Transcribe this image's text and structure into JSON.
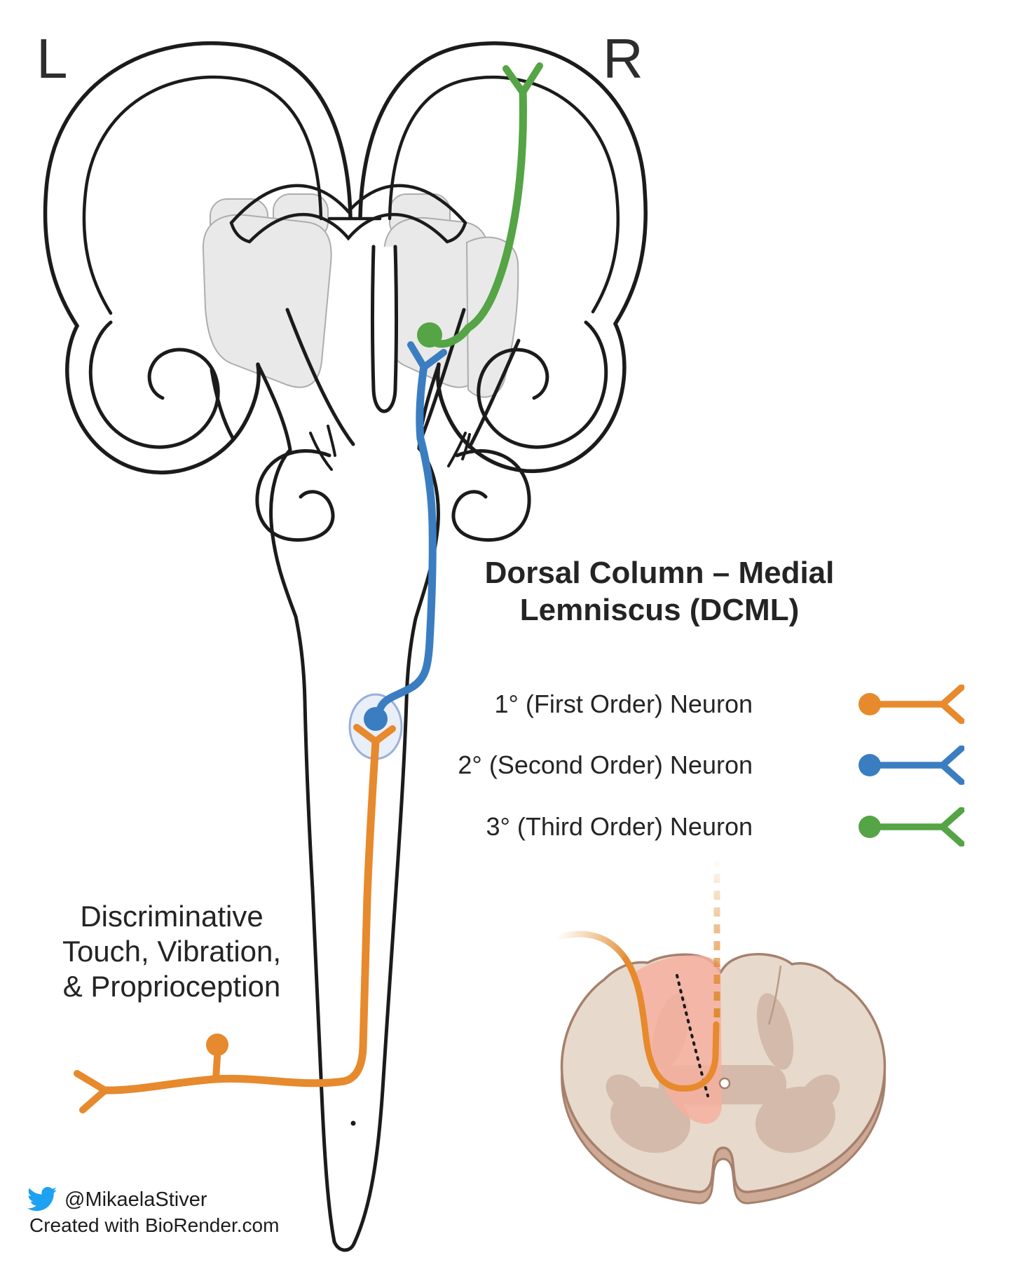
{
  "labels": {
    "left": "L",
    "right": "R"
  },
  "title": {
    "line1": "Dorsal Column – Medial",
    "line2": "Lemniscus (DCML)"
  },
  "legend": {
    "items": [
      {
        "label": "1° (First Order) Neuron",
        "color": "#E7892D"
      },
      {
        "label": "2° (Second Order) Neuron",
        "color": "#3B7DC1"
      },
      {
        "label": "3° (Third Order) Neuron",
        "color": "#55A445"
      }
    ]
  },
  "pathway_label": {
    "lines": [
      "Discriminative",
      "Touch, Vibration,",
      "& Proprioception"
    ]
  },
  "attribution": {
    "twitter_handle": "@MikaelaStiver",
    "credit": "Created with BioRender.com"
  },
  "colors": {
    "first_order": "#E7892D",
    "second_order": "#3B7DC1",
    "third_order": "#55A445",
    "outline": "#1B1B1B",
    "thalamus_fill": "#E9E9E9",
    "nucleus_fill": "#E9EFF9",
    "nucleus_stroke": "#9BAFD9",
    "cord_outline": "#A5806C",
    "cord_fill": "#E7D9CB",
    "cord_rim": "#CDA996",
    "gray_matter": "#D3BAAA",
    "dorsal_column_highlight": "#F6AE9F",
    "twitter_blue": "#1DA1F2"
  }
}
